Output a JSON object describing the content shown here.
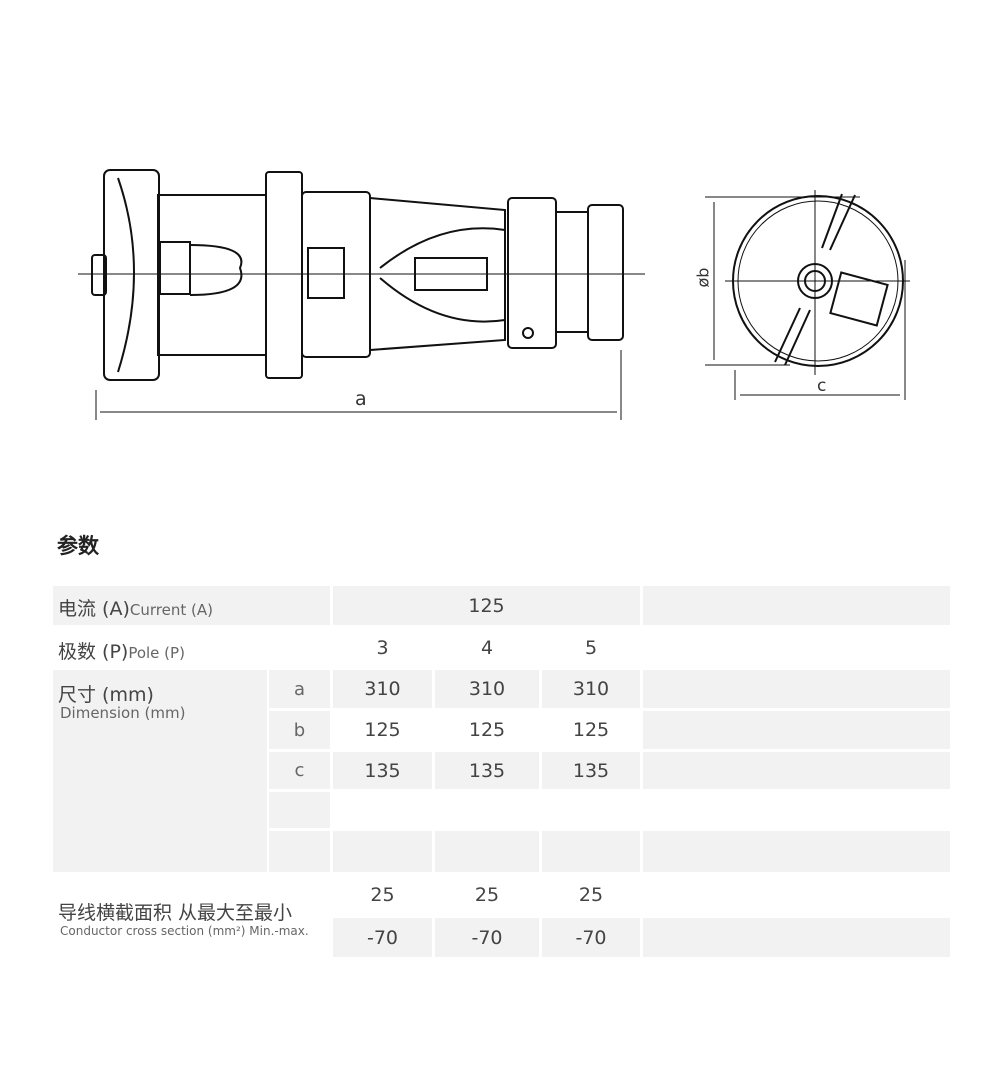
{
  "drawing": {
    "dim_a": "a",
    "dim_b": "øb",
    "dim_c": "c"
  },
  "section_title": "参数",
  "table": {
    "current": {
      "label_cn": "电流 (A)",
      "label_en": "Current (A)",
      "value": "125"
    },
    "pole": {
      "label_cn": "极数 (P)",
      "label_en": "Pole (P)",
      "values": [
        "3",
        "4",
        "5"
      ]
    },
    "dimension": {
      "label_cn": "尺寸 (mm)",
      "label_en": "Dimension (mm)",
      "rows": [
        {
          "key": "a",
          "values": [
            "310",
            "310",
            "310"
          ]
        },
        {
          "key": "b",
          "values": [
            "125",
            "125",
            "125"
          ]
        },
        {
          "key": "c",
          "values": [
            "135",
            "135",
            "135"
          ]
        }
      ]
    },
    "conductor": {
      "label_cn": "导线横截面积 从最大至最小",
      "label_en": "Conductor cross section (mm²) Min.-max.",
      "min": [
        "25",
        "25",
        "25"
      ],
      "max": [
        "-70",
        "-70",
        "-70"
      ]
    }
  }
}
